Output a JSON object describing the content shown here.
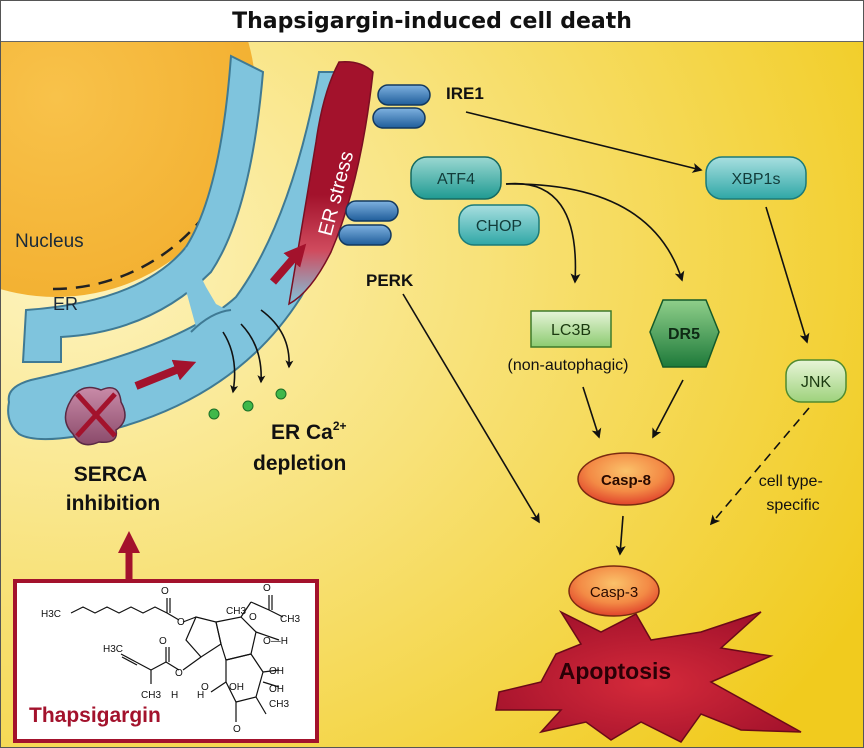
{
  "title": "Thapsigargin-induced cell death",
  "labels": {
    "nucleus": "Nucleus",
    "er": "ER",
    "er_stress": "ER stress",
    "ire1": "IRE1",
    "perk": "PERK",
    "atf4": "ATF4",
    "chop": "CHOP",
    "xbp1s": "XBP1s",
    "lc3b": "LC3B",
    "non_autophagic": "(non-autophagic)",
    "dr5": "DR5",
    "jnk": "JNK",
    "casp8": "Casp-8",
    "casp3": "Casp-3",
    "apoptosis": "Apoptosis",
    "er_ca_line1": "ER Ca",
    "er_ca_sup": "2+",
    "er_ca_line2": "depletion",
    "serca_line1": "SERCA",
    "serca_line2": "inhibition",
    "cell_type_line1": "cell type-",
    "cell_type_line2": "specific",
    "thapsigargin": "Thapsigargin"
  },
  "colors": {
    "background_light": "#FDF4C0",
    "background_dark": "#F1CB1E",
    "nucleus": "#F5B740",
    "er": "#7FC4DD",
    "er_stress": "#A3122C",
    "arrow_red": "#A3122C",
    "box_red": "#A3122C"
  }
}
